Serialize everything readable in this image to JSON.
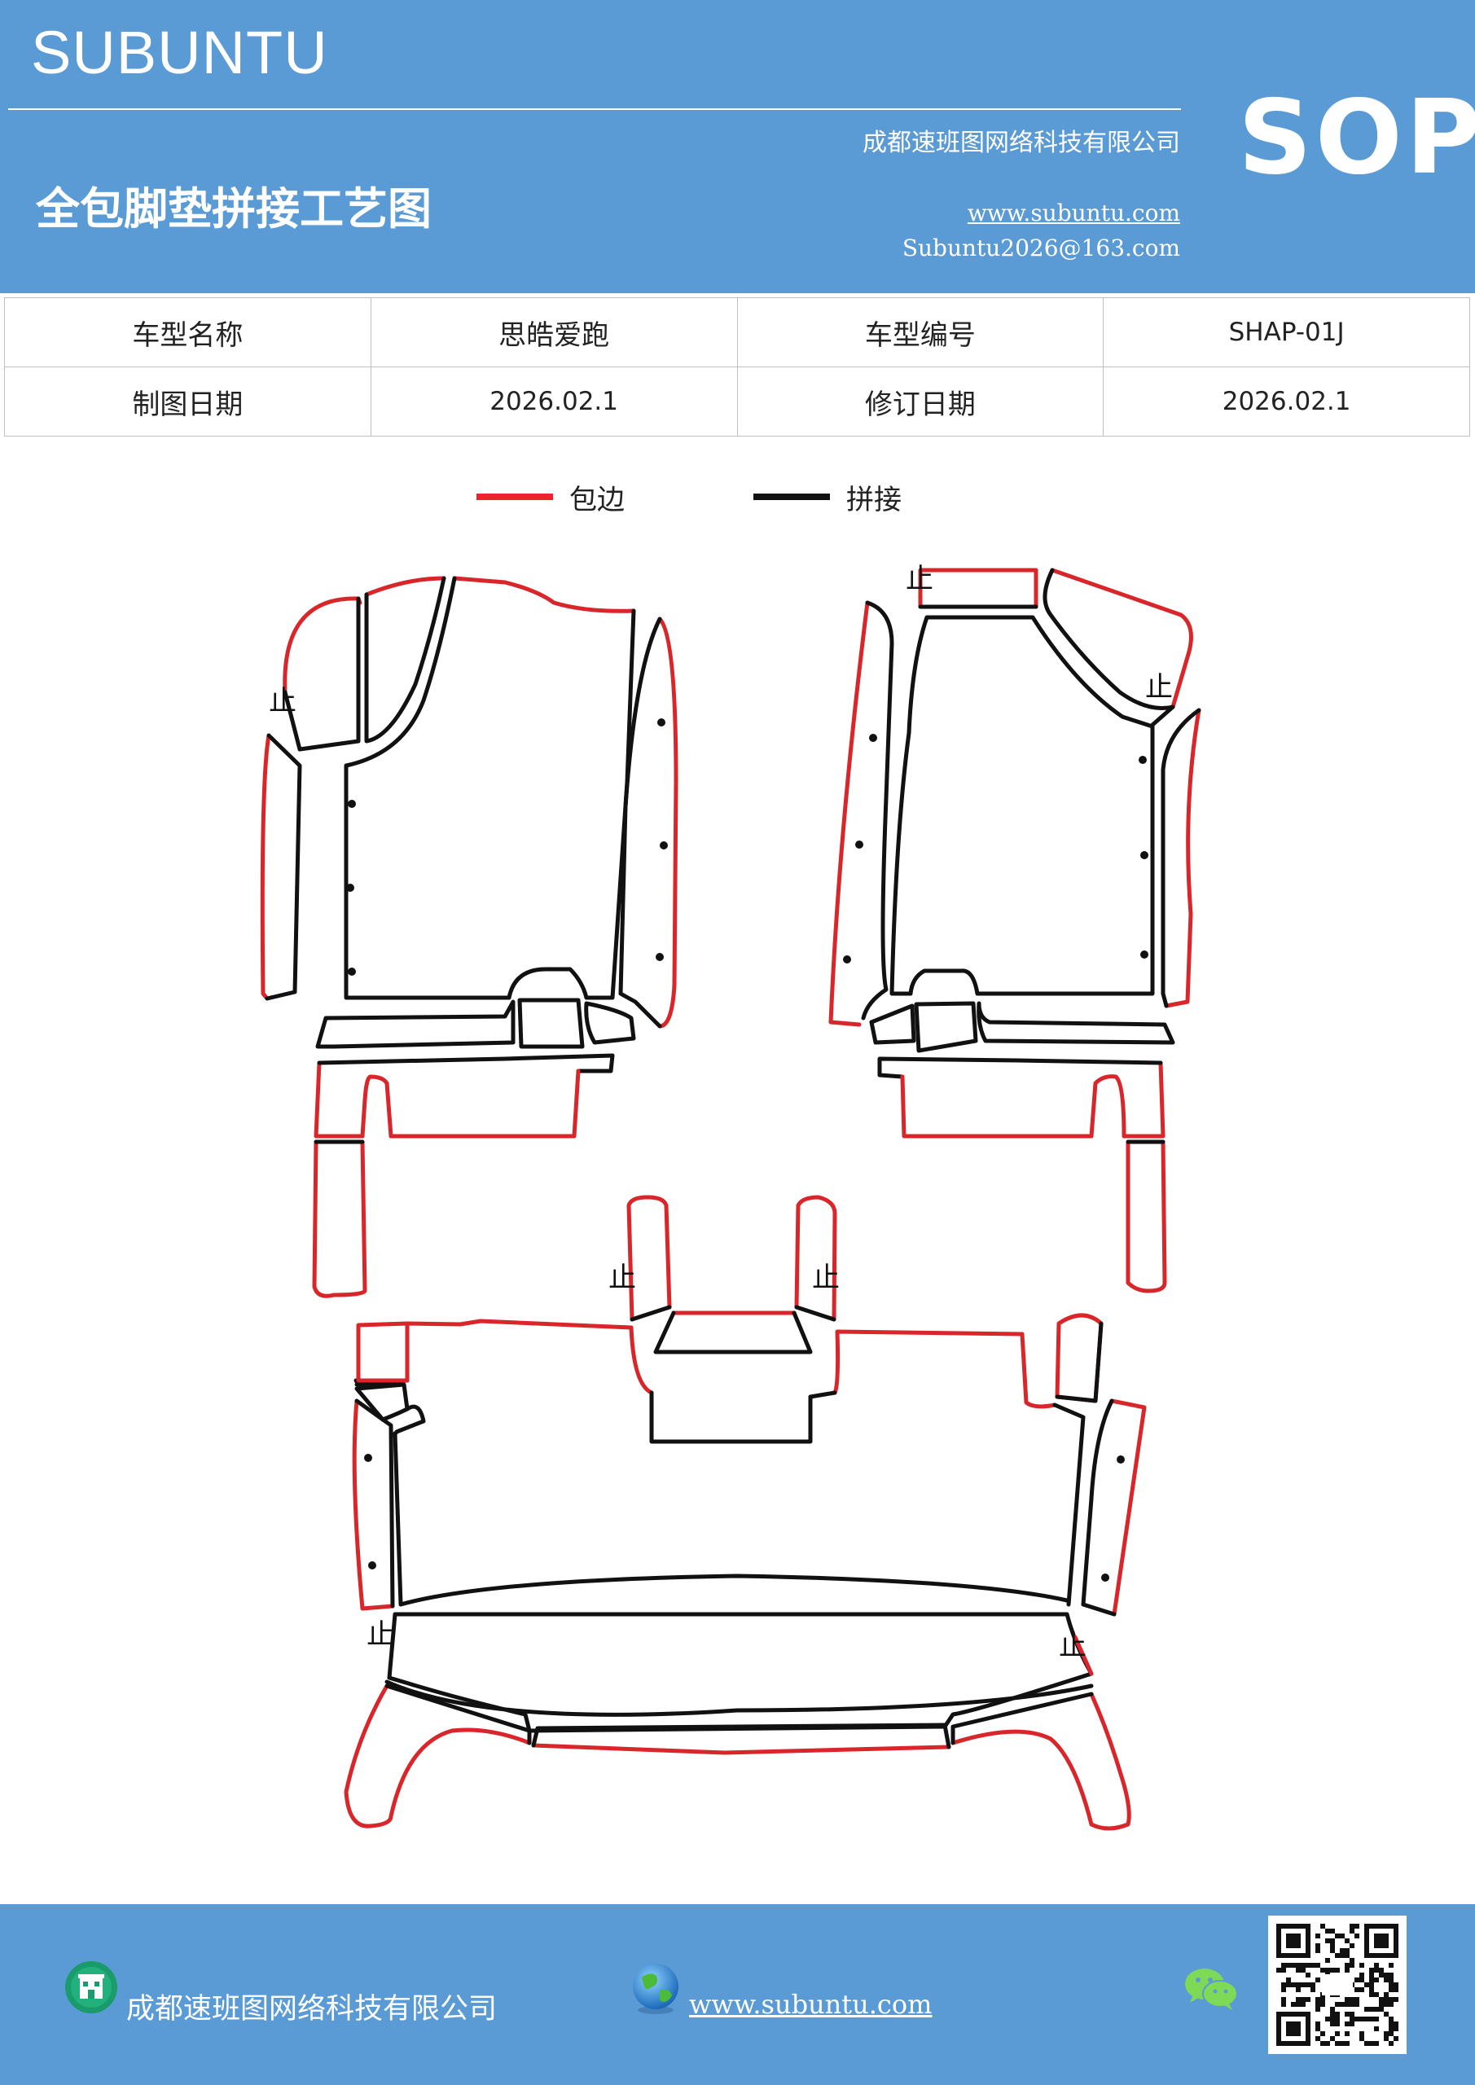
{
  "header": {
    "brand": "SUBUNTU",
    "company": "成都速班图网络科技有限公司",
    "title": "全包脚垫拼接工艺图",
    "website": "www.subuntu.com",
    "email": "Subuntu2026@163.com",
    "badge": "SOP"
  },
  "info_table": {
    "rows": [
      {
        "label1": "车型名称",
        "value1": "思皓爱跑",
        "label2": "车型编号",
        "value2": "SHAP-01J"
      },
      {
        "label1": "制图日期",
        "value1": "2026.02.1",
        "label2": "修订日期",
        "value2": "2026.02.1"
      }
    ]
  },
  "legend": {
    "items": [
      {
        "label": "包边",
        "color": "#e8262a"
      },
      {
        "label": "拼接",
        "color": "#111111"
      }
    ]
  },
  "diagram": {
    "stop_mark": "止",
    "edge_color": "#d8262a",
    "seam_color": "#111111"
  },
  "footer": {
    "company": "成都速班图网络科技有限公司",
    "website": "www.subuntu.com",
    "icons": [
      "building-icon",
      "globe-icon",
      "wechat-icon",
      "qr-code"
    ]
  }
}
